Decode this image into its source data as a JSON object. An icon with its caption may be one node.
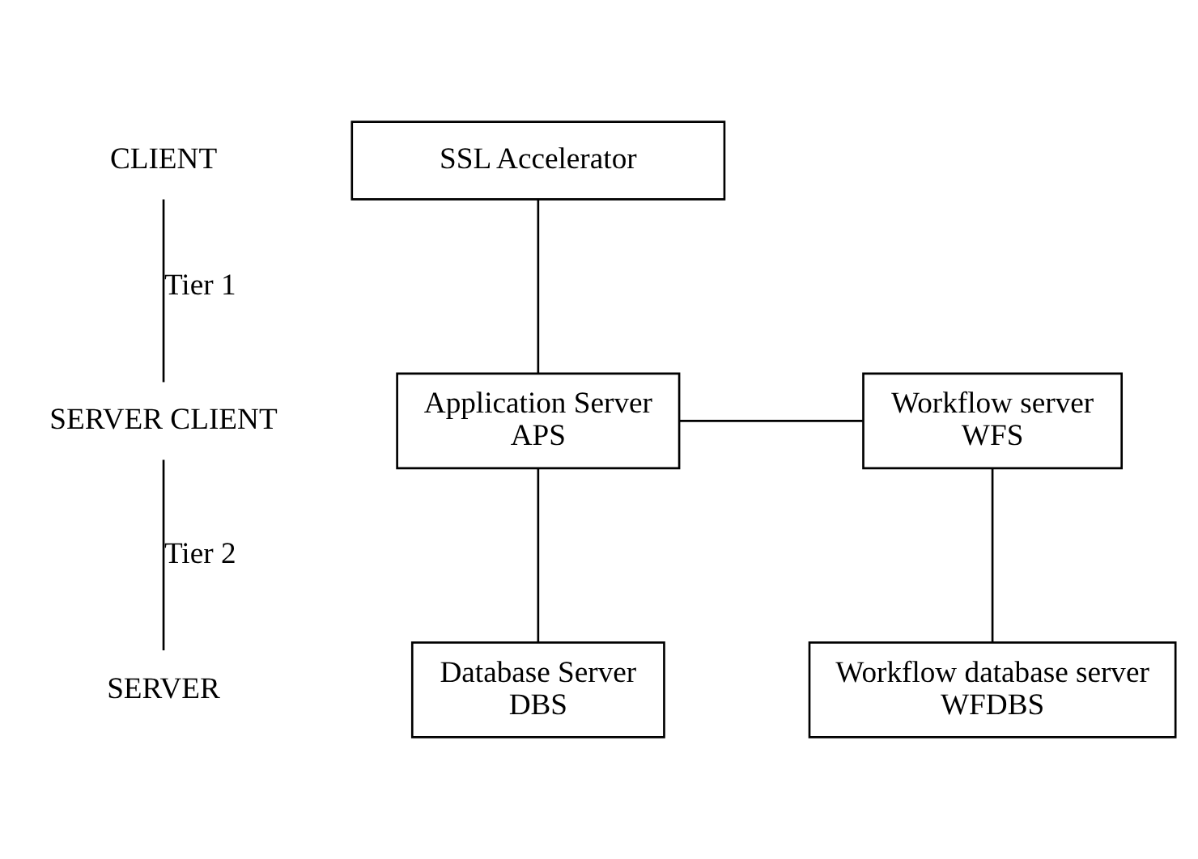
{
  "diagram": {
    "nodes": [
      {
        "text": [
          "CLIENT"
        ]
      },
      {
        "text": [
          "SSL Accelerator"
        ]
      },
      {
        "text": [
          "SERVER CLIENT"
        ]
      },
      {
        "text": [
          "Application Server",
          "APS"
        ]
      },
      {
        "text": [
          "Workflow server",
          "WFS"
        ]
      },
      {
        "text": [
          "SERVER"
        ]
      },
      {
        "text": [
          "Database Server",
          "DBS"
        ]
      },
      {
        "text": [
          "Workflow database server",
          "WFDBS"
        ]
      }
    ],
    "edges": [
      {
        "from": 0,
        "to": 2,
        "arrow": "none",
        "label": "Tier 1"
      },
      {
        "from": 1,
        "to": 3,
        "arrow": "none"
      },
      {
        "from": 3,
        "to": 4,
        "arrow": "none"
      },
      {
        "from": 2,
        "to": 5,
        "arrow": "none",
        "label": "Tier 2"
      },
      {
        "from": 3,
        "to": 6,
        "arrow": "none"
      },
      {
        "from": 4,
        "to": 7,
        "arrow": "none"
      }
    ]
  }
}
